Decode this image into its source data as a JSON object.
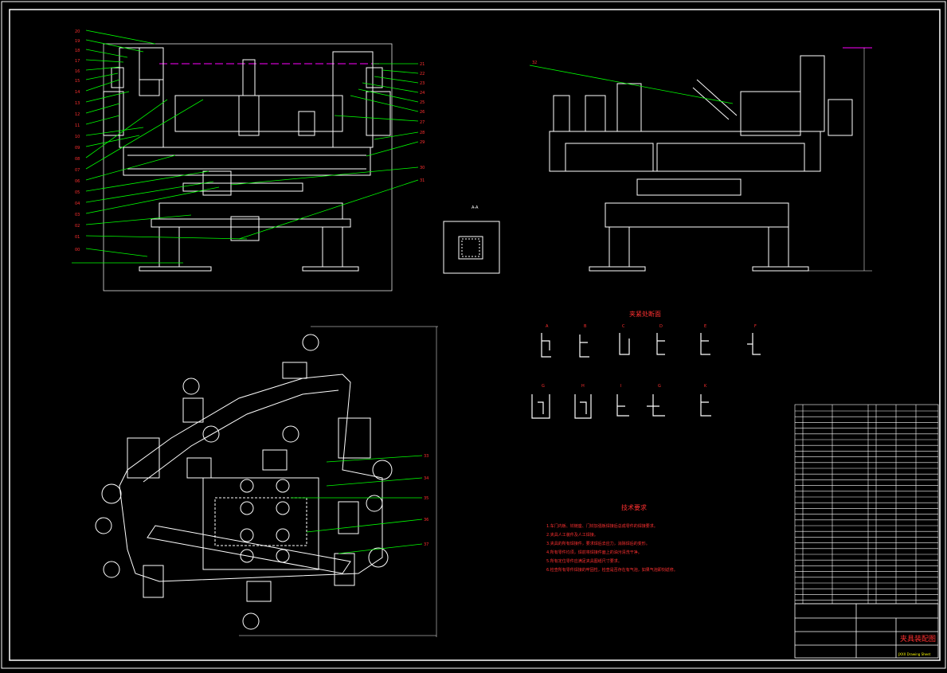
{
  "drawing": {
    "section_view_label": "A-A",
    "profile_title": "夹紧处断面",
    "profile_letters": [
      "A",
      "B",
      "C",
      "D",
      "E",
      "F",
      "G",
      "H",
      "I",
      "G",
      "K"
    ],
    "tech_title": "技术要求",
    "tech_notes": [
      "1.车门内板、铰链座、门铰加强板焊接后总成零件的焊接要求。",
      "2.夹具人工装件及人工焊接。",
      "3.夹具的所有焊接件，要求焊后去应力，消除焊后的变形。",
      "4.所有零件均须，焊前将焊接件面上的油污清洗干净。",
      "5.所有定位零件应满足夹具图纸尺寸要求。",
      "6.检查所有零件焊接的牢固性，检查是否存在有气泡，如果气泡即刻返修。"
    ],
    "title_block": {
      "drawing_name": "夹具装配图",
      "company": "JXXX Drawing Sheet"
    },
    "colors": {
      "background": "#000000",
      "line": "#ffffff",
      "leader": "#00ff00",
      "center": "#ff00ff",
      "text": "#ff3030",
      "dim": "#ffff00"
    }
  }
}
